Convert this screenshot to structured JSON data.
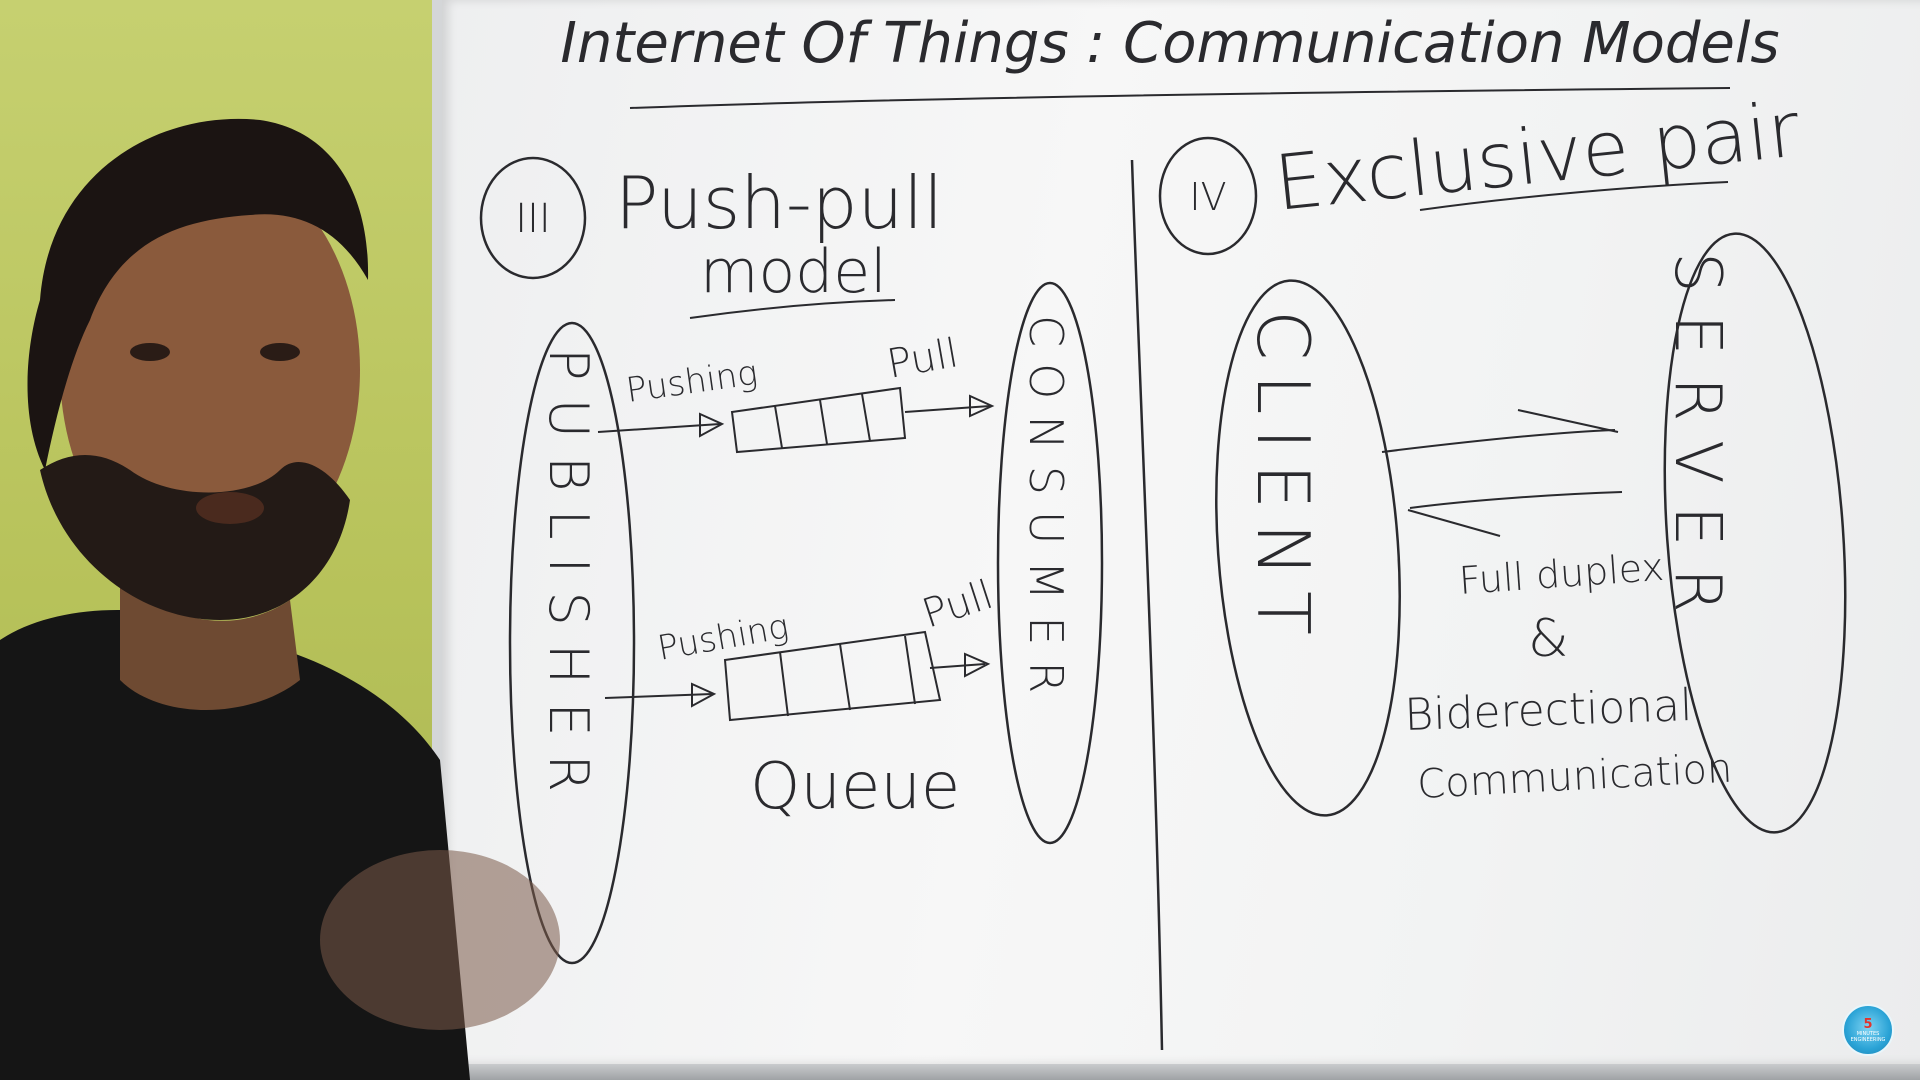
{
  "board": {
    "title": "Internet Of Things : Communication Models",
    "left_section": {
      "numeral": "III",
      "heading_line1": "Push-pull",
      "heading_line2": "model",
      "publisher": "PUBLISHER",
      "consumer": "CONSUMER",
      "arrow_push_top": "Pushing",
      "arrow_pull_top": "Pull",
      "arrow_push_bottom": "Pushing",
      "arrow_pull_bottom": "Pull",
      "queue_label": "Queue"
    },
    "right_section": {
      "numeral": "IV",
      "heading": "Exclusive pair",
      "client": "CLIENT",
      "server": "SERVER",
      "note_line1": "Full duplex",
      "note_line2": "&",
      "note_line3": "Biderectional",
      "note_line4": "Communication"
    }
  },
  "logo": {
    "number": "5",
    "caption": "MINUTES ENGINEERING"
  },
  "colors": {
    "wall": "#b9c45a",
    "board": "#f4f5f5",
    "marker": "#2a2a2e",
    "shirt": "#151515",
    "skin": "#8a5a3c"
  }
}
